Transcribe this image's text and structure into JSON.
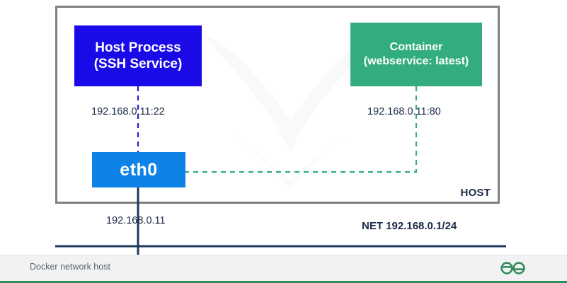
{
  "diagram": {
    "title": "Docker network host",
    "host_boundary_label": "HOST",
    "network_label": "NET 192.168.0.1/24",
    "nodes": {
      "host_process": {
        "name": "host-process",
        "line1": "Host Process",
        "line2": "(SSH Service)",
        "color": "#1a0ae8"
      },
      "container": {
        "name": "container",
        "line1": "Container",
        "line2": "(webservice: latest)",
        "color": "#33ad7f"
      },
      "eth0": {
        "name": "eth0-interface",
        "label": "eth0",
        "color": "#0f82e8"
      }
    },
    "endpoints": {
      "ssh": "192.168.0.11:22",
      "web": "192.168.0.11:80",
      "host_ip": "192.168.0.11"
    },
    "colors": {
      "host_border": "#808080",
      "ssh_wire": "#2222cc",
      "web_wire": "#33ad7f",
      "bus_line": "#1b3a5c",
      "label_text": "#1b2a47",
      "brand_green": "#2f8d5b"
    }
  },
  "footer": {
    "caption": "Docker network host",
    "logo_name": "geeksforgeeks-logo"
  }
}
